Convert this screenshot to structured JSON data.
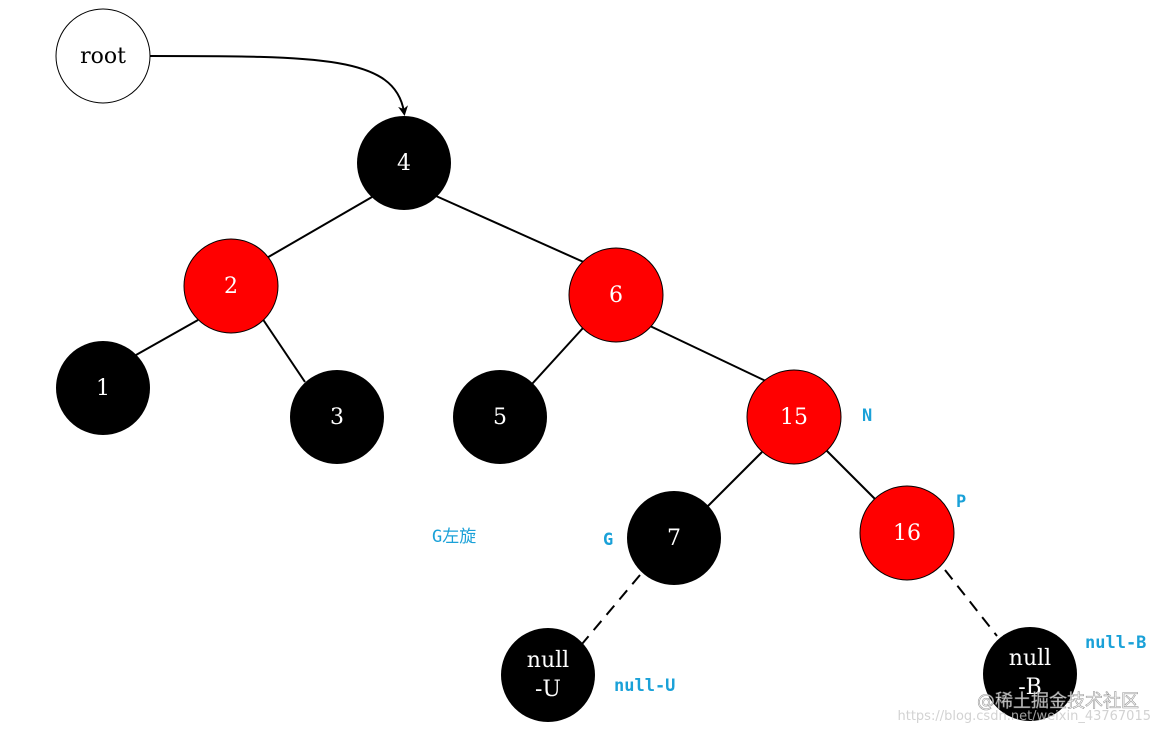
{
  "colors": {
    "black_node": "#000000",
    "red_node": "#ff0000",
    "root_fill": "#ffffff",
    "node_text": "#ffffff",
    "root_text": "#000000",
    "annotation": "#1aa1d8",
    "edge": "#000000"
  },
  "nodes": {
    "root": "root",
    "n4": "4",
    "n2": "2",
    "n6": "6",
    "n1": "1",
    "n3": "3",
    "n5": "5",
    "n15": "15",
    "n7": "7",
    "n16": "16",
    "nullU": [
      "null",
      "-U"
    ],
    "nullB": [
      "null",
      "-B"
    ]
  },
  "annotations": {
    "N": "N",
    "P": "P",
    "G": "G",
    "rotate": "G左旋",
    "null_u": "null-U",
    "null_b": "null-B"
  },
  "watermark": {
    "brand": "@稀土掘金技术社区",
    "url": "https://blog.csdn.net/weixin_43767015"
  }
}
